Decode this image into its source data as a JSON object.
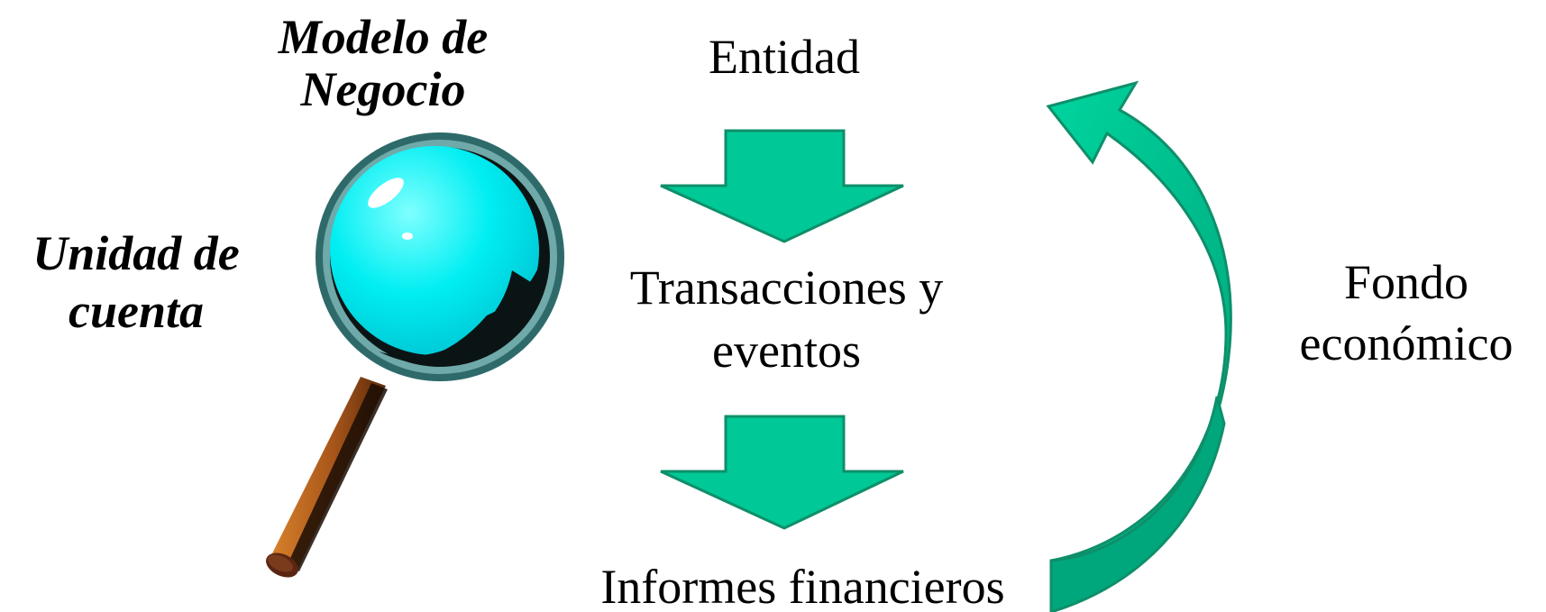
{
  "labels": {
    "modelo_line1": "Modelo de",
    "modelo_line2": "Negocio",
    "unidad_line1": "Unidad de",
    "unidad_line2": "cuenta",
    "entidad": "Entidad",
    "transacciones_line1": "Transacciones y",
    "transacciones_line2": "eventos",
    "informes": "Informes financieros",
    "fondo_line1": "Fondo",
    "fondo_line2": "económico"
  },
  "colors": {
    "arrow_fill": "#00C896",
    "arrow_stroke": "#0E8F6A",
    "lens": "#00F0F0",
    "handle": "#B5651D"
  },
  "icons": {
    "magnifier": "magnifying-glass-icon",
    "down_arrow": "down-arrow-icon",
    "curved_arrow": "curved-return-arrow-icon"
  }
}
